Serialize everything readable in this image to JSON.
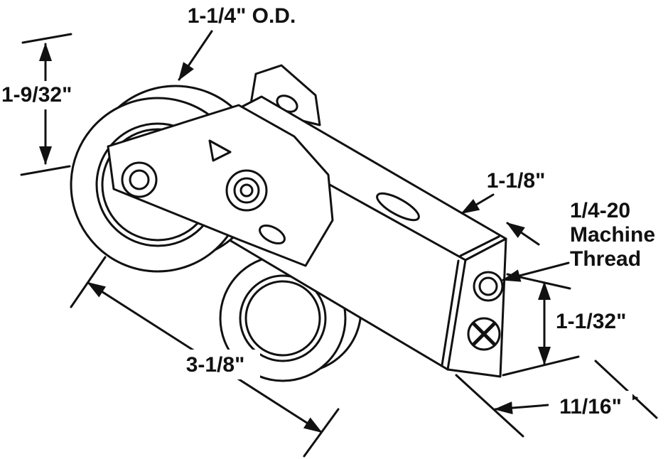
{
  "diagram": {
    "type": "technical-line-drawing",
    "subject": "Tandem sliding door roller assembly with dimension callouts",
    "colors": {
      "line": "#111111",
      "background": "#ffffff"
    },
    "dimensions": {
      "outer_diameter": "1-1/4\" O.D.",
      "wheel_height": "1-9/32\"",
      "top_width": "1-1/8\"",
      "thread_spec_line1": "1/4-20",
      "thread_spec_line2": "Machine",
      "thread_spec_line3": "Thread",
      "end_height": "1-1/32\"",
      "body_length": "3-1/8\"",
      "end_depth": "11/16\""
    }
  }
}
